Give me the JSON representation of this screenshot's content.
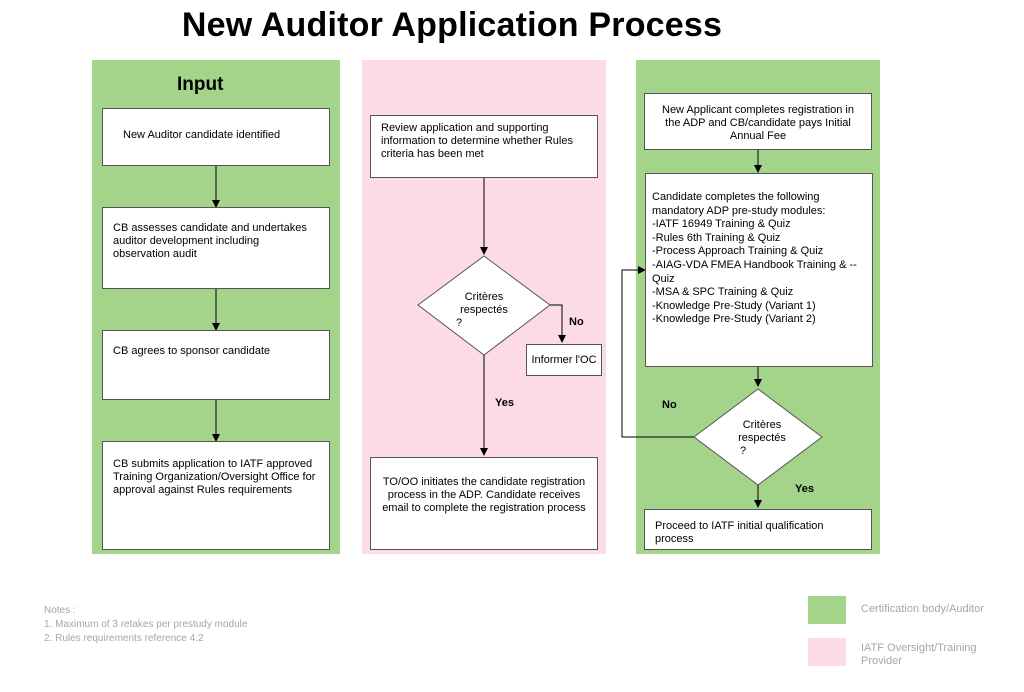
{
  "title": "New Auditor Application Process",
  "colors": {
    "certification_body": "#a4d38a",
    "iatf_oversight": "#fcdbe7"
  },
  "lanes": {
    "input_title": "Input"
  },
  "left": {
    "box1": "New Auditor candidate identified",
    "box2": "CB assesses candidate and undertakes auditor development including observation audit",
    "box3": "CB agrees to sponsor candidate",
    "box4": "CB submits application to IATF approved Training Organization/Oversight Office for approval against Rules requirements"
  },
  "middle": {
    "review": "Review application and supporting information to determine whether Rules criteria has been met",
    "decision": [
      "Critères",
      "respectés",
      "?"
    ],
    "no_label": "No",
    "inform": "Informer l'OC",
    "yes_label": "Yes",
    "initiate": "TO/OO initiates the candidate registration process in the ADP. Candidate receives email to complete the registration process"
  },
  "right": {
    "registration": "New Applicant completes registration in the ADP and CB/candidate pays Initial Annual Fee",
    "modules_lines": [
      "Candidate completes the following",
      "mandatory ADP pre-study modules:",
      "-IATF 16949 Training & Quiz",
      "-Rules 6th Training & Quiz",
      "-Process Approach Training & Quiz",
      "-AIAG-VDA FMEA Handbook Training & --",
      "Quiz",
      "-MSA & SPC Training & Quiz",
      "-Knowledge Pre-Study (Variant 1)",
      "-Knowledge Pre-Study (Variant 2)"
    ],
    "decision": [
      "Critères",
      "respectés",
      "?"
    ],
    "no_label": "No",
    "yes_label": "Yes",
    "proceed": "Proceed to IATF initial qualification process"
  },
  "notes": {
    "heading": "Notes :",
    "items": [
      "1.   Maximum of 3 retakes per prestudy module",
      "2.   Rules requirements reference 4.2"
    ]
  },
  "legend": {
    "certification": "Certification body/Auditor",
    "iatf": "IATF Oversight/Training Provider"
  }
}
